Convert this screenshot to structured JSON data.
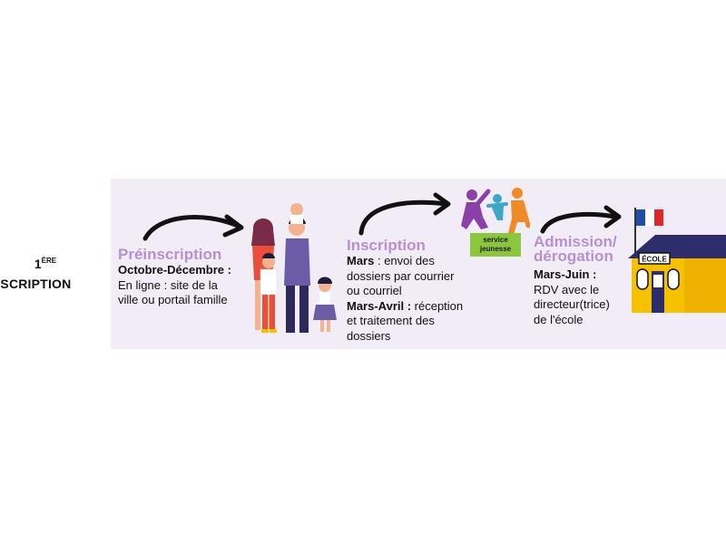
{
  "heading": {
    "ordinal": "1",
    "ordinal_sup": "ÈRE",
    "word": "INSCRIPTION"
  },
  "steps": [
    {
      "title": "Préinscription",
      "lines": [
        {
          "bold": "Octobre-Décembre :",
          "text": ""
        },
        {
          "bold": "",
          "text": "En ligne : site de la"
        },
        {
          "bold": "",
          "text": "ville ou portail famille"
        }
      ]
    },
    {
      "title": "Inscription",
      "lines": [
        {
          "bold": "Mars",
          "text": " : envoi des"
        },
        {
          "bold": "",
          "text": "dossiers par courrier"
        },
        {
          "bold": "",
          "text": "ou courriel"
        },
        {
          "bold": "Mars-Avril :",
          "text": " réception"
        },
        {
          "bold": "",
          "text": "et traitement des"
        },
        {
          "bold": "",
          "text": "dossiers"
        }
      ]
    },
    {
      "title_line1": "Admission/",
      "title_line2": "dérogation",
      "lines": [
        {
          "bold": "Mars-Juin :",
          "text": ""
        },
        {
          "bold": "",
          "text": "RDV avec le"
        },
        {
          "bold": "",
          "text": "directeur(trice)"
        },
        {
          "bold": "",
          "text": "de l'école"
        }
      ]
    }
  ],
  "badge": {
    "line1": "service",
    "line2": "jeunesse"
  },
  "school_sign": "ÉCOLE",
  "colors": {
    "band": "#f1ecf5",
    "title_purple": "#b88fd4",
    "badge_green": "#8cc63f",
    "school_yellow": "#f6c200",
    "roof_navy": "#2e2d6b"
  },
  "icons": [
    "curved-arrow-icon",
    "family-illustration",
    "service-jeunesse-logo",
    "school-illustration",
    "french-flag-icon"
  ]
}
